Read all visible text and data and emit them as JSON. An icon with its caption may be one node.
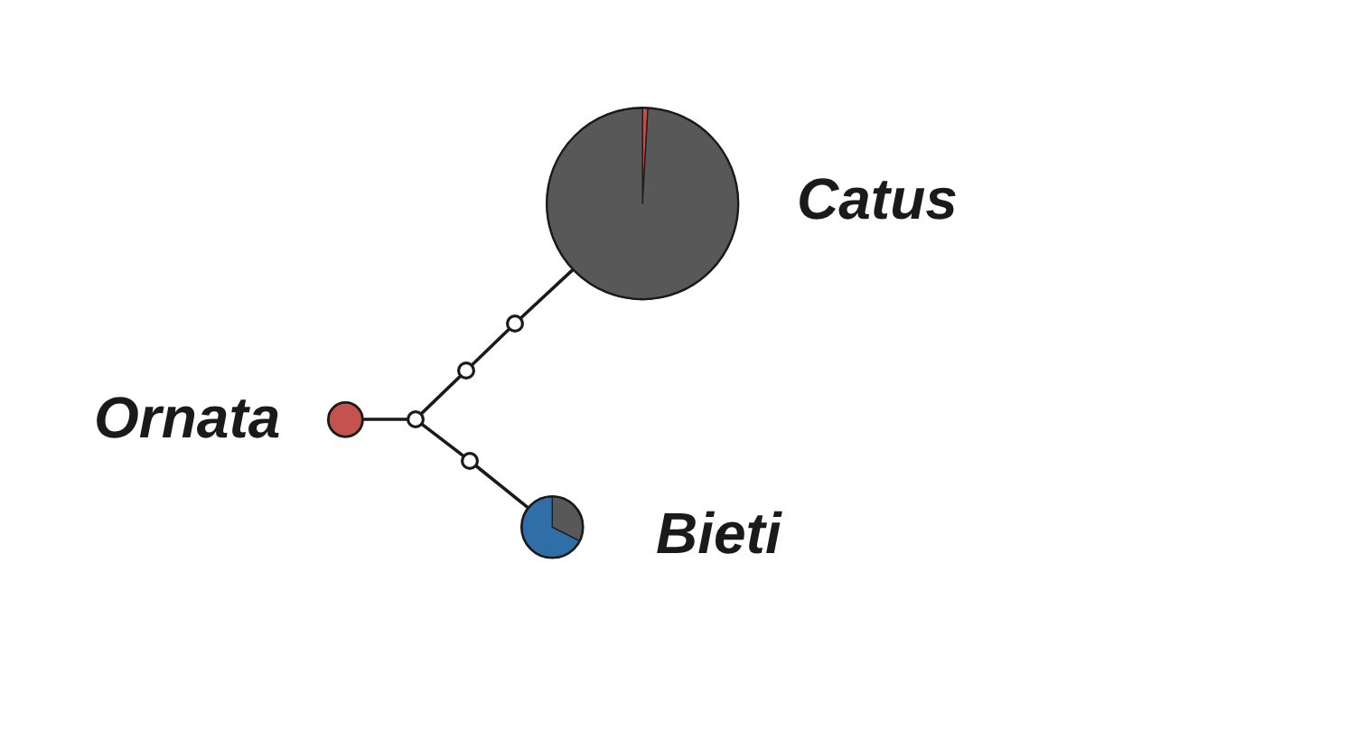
{
  "diagram": {
    "nodes": [
      {
        "text": [],
        "shape": "circle",
        "beside": [
          "Catus"
        ]
      },
      {
        "text": [],
        "shape": "circle"
      },
      {
        "text": [],
        "shape": "circle"
      },
      {
        "text": [],
        "shape": "circle",
        "beside": [
          "Ornata"
        ]
      },
      {
        "text": [],
        "shape": "circle"
      },
      {
        "text": [],
        "shape": "circle"
      },
      {
        "text": [],
        "shape": "circle",
        "beside": [
          "Bieti"
        ]
      }
    ],
    "edges": [
      {
        "from": 3,
        "to": 4,
        "arrow": "none"
      },
      {
        "from": 4,
        "to": 2,
        "arrow": "none"
      },
      {
        "from": 2,
        "to": 1,
        "arrow": "none"
      },
      {
        "from": 1,
        "to": 0,
        "arrow": "none"
      },
      {
        "from": 4,
        "to": 5,
        "arrow": "none"
      },
      {
        "from": 5,
        "to": 6,
        "arrow": "none"
      }
    ]
  }
}
